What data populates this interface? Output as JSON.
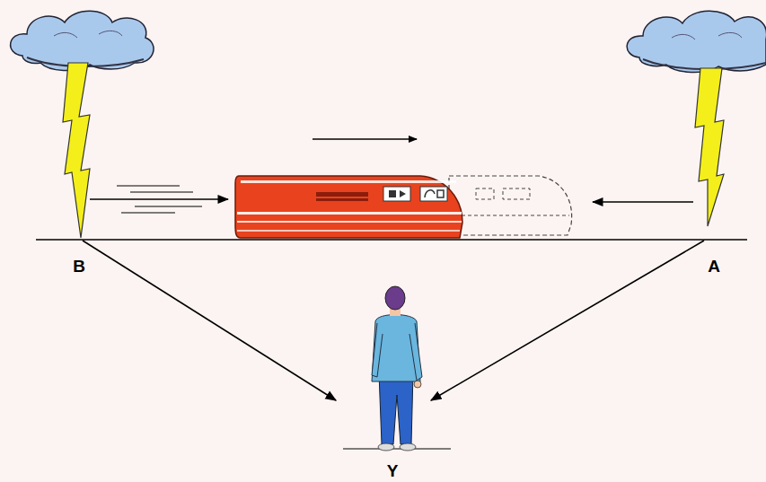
{
  "diagram": {
    "labels": [
      "B",
      "A",
      "Y"
    ]
  }
}
